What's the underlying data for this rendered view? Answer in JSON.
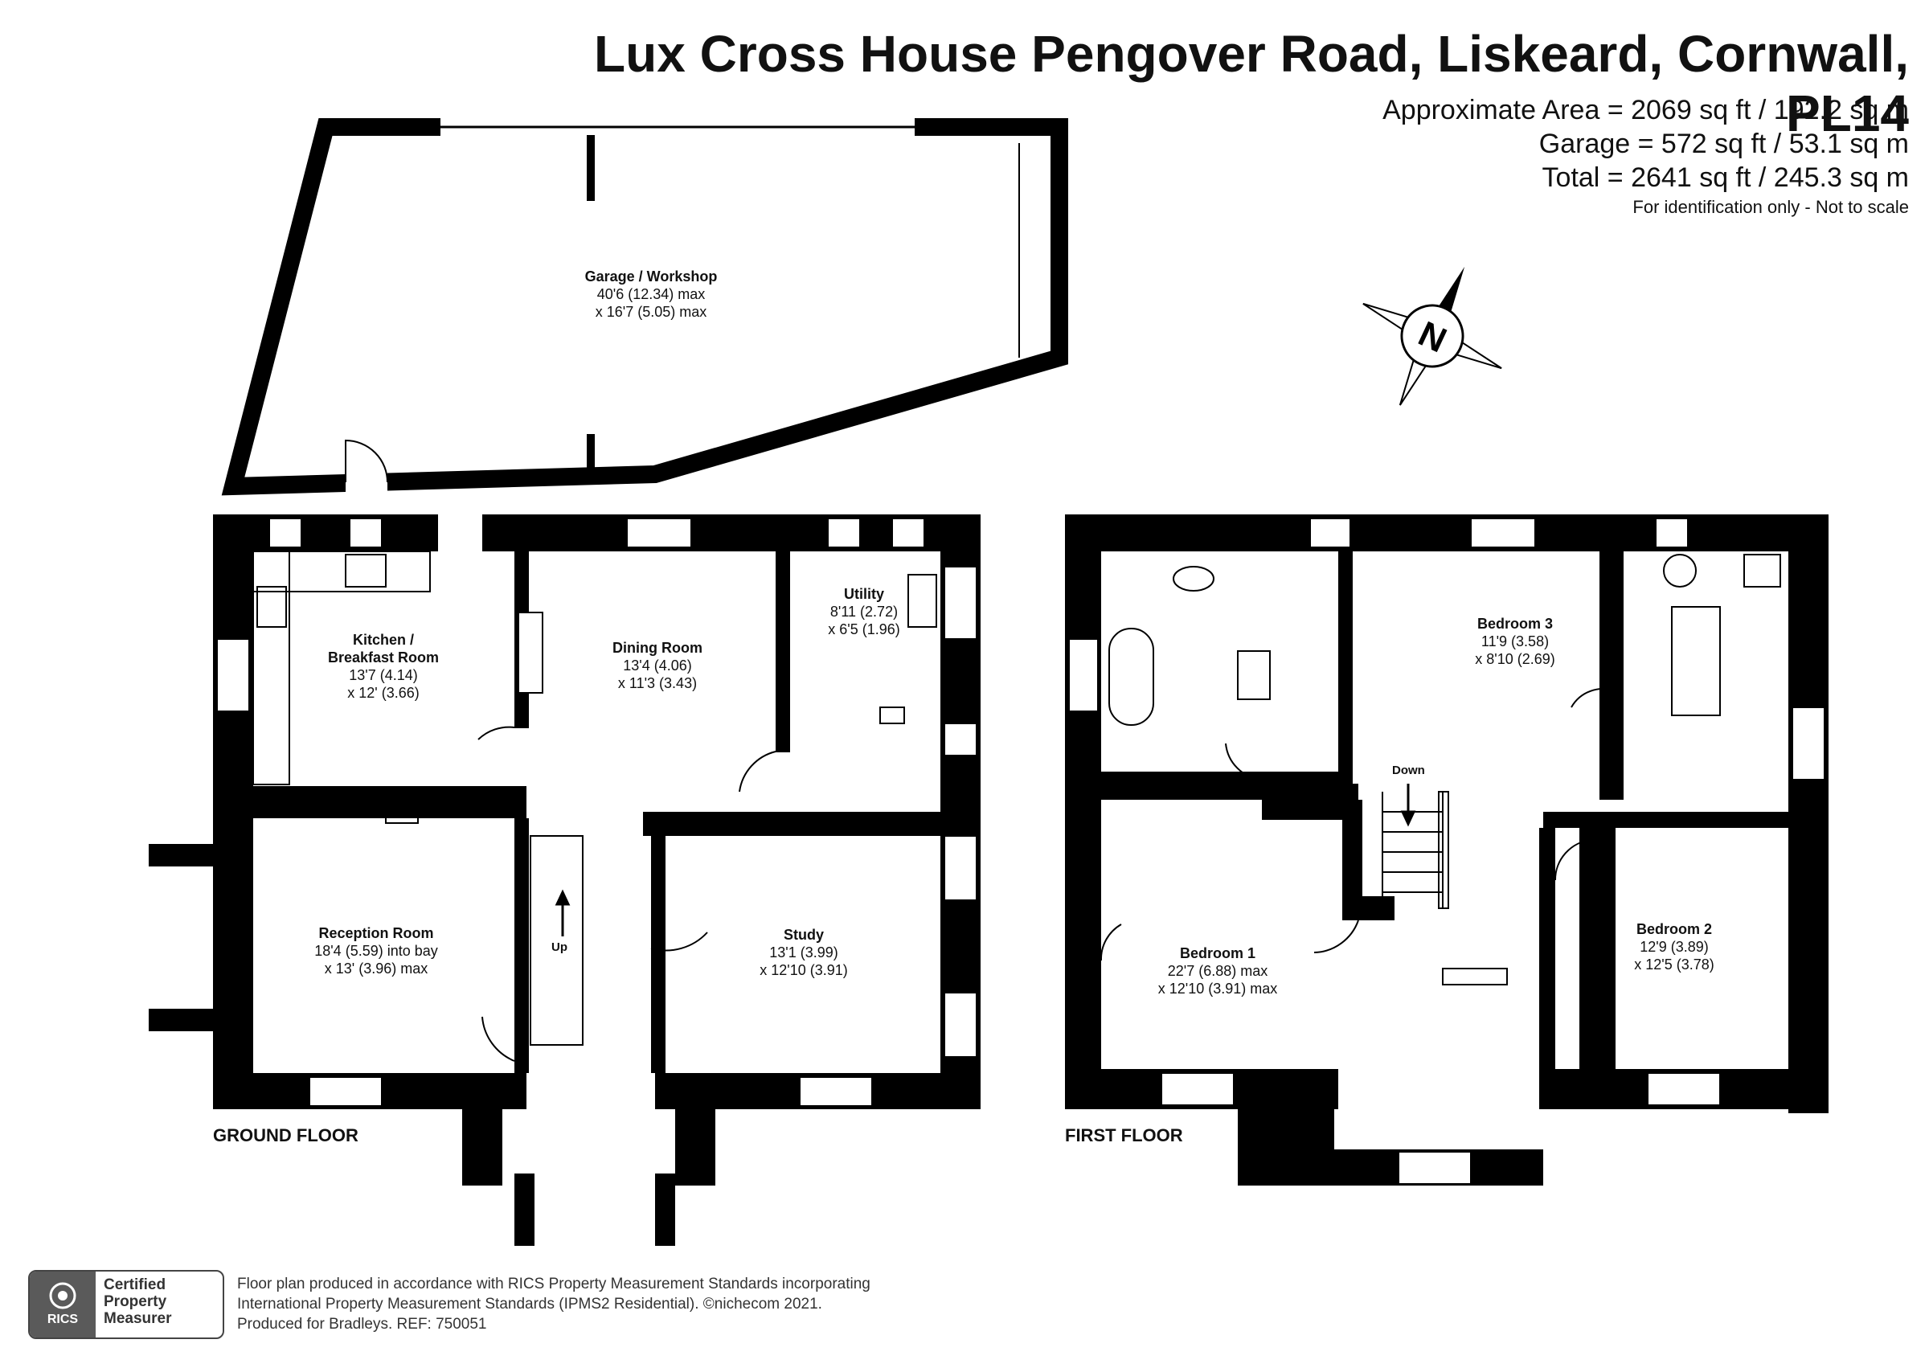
{
  "title": "Lux Cross House Pengover Road, Liskeard, Cornwall, PL14",
  "areas": [
    "Approximate Area = 2069 sq ft / 192.2 sq m",
    "Garage = 572 sq ft / 53.1 sq m",
    "Total = 2641 sq ft / 245.3 sq m"
  ],
  "disclaimer": "For identification only - Not to scale",
  "compass_label": "N",
  "floors": {
    "ground": "GROUND FLOOR",
    "first": "FIRST FLOOR"
  },
  "rooms": {
    "garage": {
      "name": "Garage / Workshop",
      "dim1": "40'6 (12.34) max",
      "dim2": "x 16'7 (5.05) max"
    },
    "kitchen": {
      "name1": "Kitchen /",
      "name2": "Breakfast Room",
      "dim1": "13'7 (4.14)",
      "dim2": "x 12' (3.66)"
    },
    "dining": {
      "name": "Dining Room",
      "dim1": "13'4 (4.06)",
      "dim2": "x 11'3 (3.43)"
    },
    "utility": {
      "name": "Utility",
      "dim1": "8'11 (2.72)",
      "dim2": "x 6'5 (1.96)"
    },
    "reception": {
      "name": "Reception Room",
      "dim1": "18'4 (5.59) into bay",
      "dim2": "x 13' (3.96) max"
    },
    "study": {
      "name": "Study",
      "dim1": "13'1 (3.99)",
      "dim2": "x 12'10 (3.91)"
    },
    "bedroom3": {
      "name": "Bedroom 3",
      "dim1": "11'9 (3.58)",
      "dim2": "x 8'10 (2.69)"
    },
    "bedroom1": {
      "name": "Bedroom 1",
      "dim1": "22'7 (6.88) max",
      "dim2": "x 12'10 (3.91) max"
    },
    "bedroom2": {
      "name": "Bedroom 2",
      "dim1": "12'9 (3.89)",
      "dim2": "x 12'5 (3.78)"
    }
  },
  "stairs": {
    "up": "Up",
    "down": "Down"
  },
  "badge": {
    "org": "RICS",
    "line1": "Certified",
    "line2": "Property",
    "line3": "Measurer"
  },
  "footer": [
    "Floor plan produced in accordance with RICS Property Measurement Standards incorporating",
    "International Property Measurement Standards (IPMS2 Residential).  ©nichecom 2021.",
    "Produced for Bradleys.   REF: 750051"
  ]
}
